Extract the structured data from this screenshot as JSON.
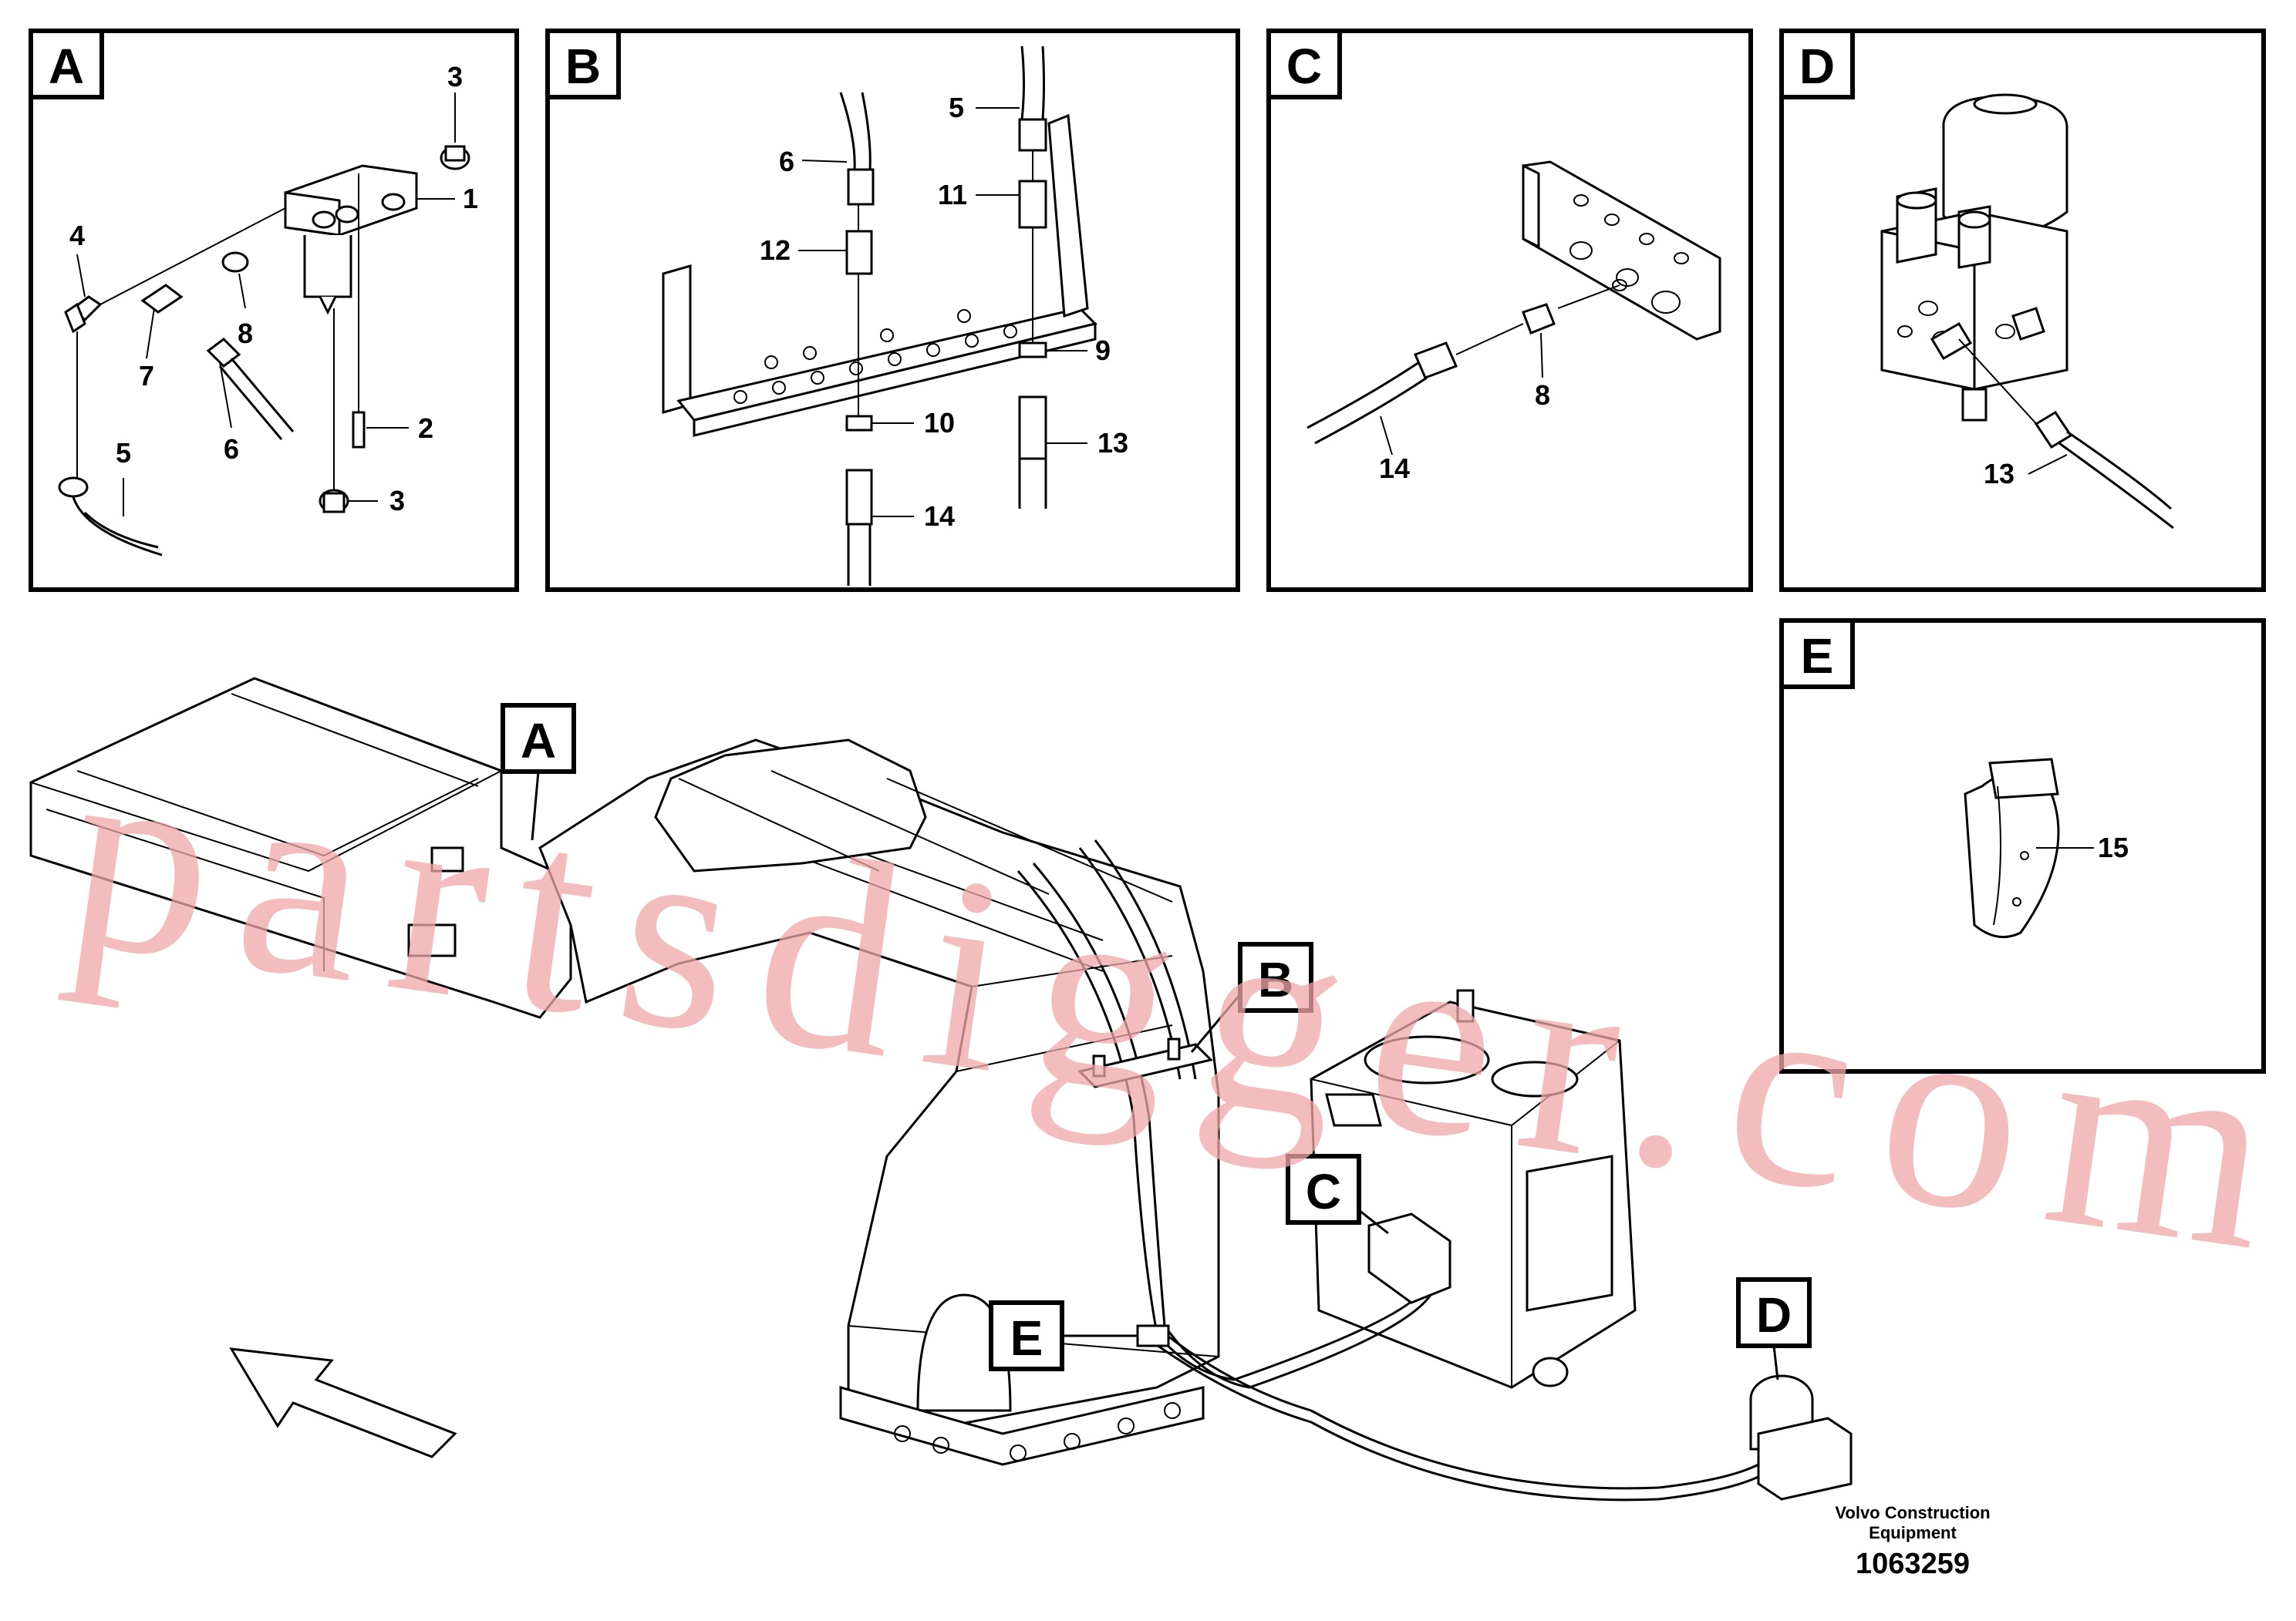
{
  "panels": {
    "a": {
      "letter": "A",
      "callouts": [
        "3",
        "1",
        "4",
        "8",
        "7",
        "6",
        "2",
        "5",
        "3"
      ]
    },
    "b": {
      "letter": "B",
      "callouts": [
        "5",
        "6",
        "11",
        "12",
        "9",
        "10",
        "13",
        "14"
      ]
    },
    "c": {
      "letter": "C",
      "callouts": [
        "8",
        "14"
      ]
    },
    "d": {
      "letter": "D",
      "callouts": [
        "13"
      ]
    },
    "e": {
      "letter": "E",
      "callouts": [
        "15"
      ]
    }
  },
  "main_view": {
    "tags": [
      "A",
      "B",
      "C",
      "D",
      "E"
    ]
  },
  "watermark": "partsdigger.com",
  "footer": {
    "brand_line1": "Volvo Construction",
    "brand_line2": "Equipment",
    "drawing_number": "1063259"
  }
}
